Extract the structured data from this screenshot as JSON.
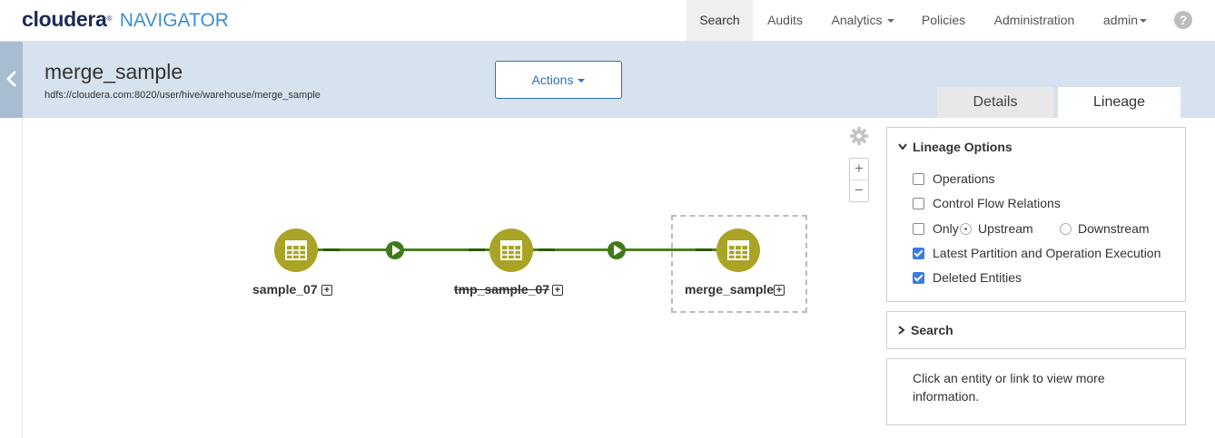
{
  "app": {
    "brand": "cloudera",
    "product": "NAVIGATOR"
  },
  "nav": {
    "search": "Search",
    "audits": "Audits",
    "analytics": "Analytics",
    "policies": "Policies",
    "administration": "Administration",
    "user": "admin",
    "help": "?"
  },
  "entity": {
    "title": "merge_sample",
    "path": "hdfs://cloudera.com:8020/user/hive/warehouse/merge_sample",
    "actions_label": "Actions"
  },
  "tabs": {
    "details": "Details",
    "lineage": "Lineage"
  },
  "lineage": {
    "nodes": [
      {
        "label": "sample_07",
        "deleted": false
      },
      {
        "label": "tmp_sample_07",
        "deleted": true
      },
      {
        "label": "merge_sample",
        "deleted": false,
        "selected": true
      }
    ],
    "zoom_in": "+",
    "zoom_out": "−",
    "node_color": "#a9a425",
    "edge_color": "#4a7f1f"
  },
  "options": {
    "title": "Lineage Options",
    "operations": "Operations",
    "control_flow": "Control Flow Relations",
    "only": "Only",
    "upstream": "Upstream",
    "downstream": "Downstream",
    "latest_partition": "Latest Partition and Operation Execution",
    "deleted_entities": "Deleted Entities"
  },
  "search_panel": {
    "title": "Search"
  },
  "info": {
    "text": "Click an entity or link to view more information."
  }
}
